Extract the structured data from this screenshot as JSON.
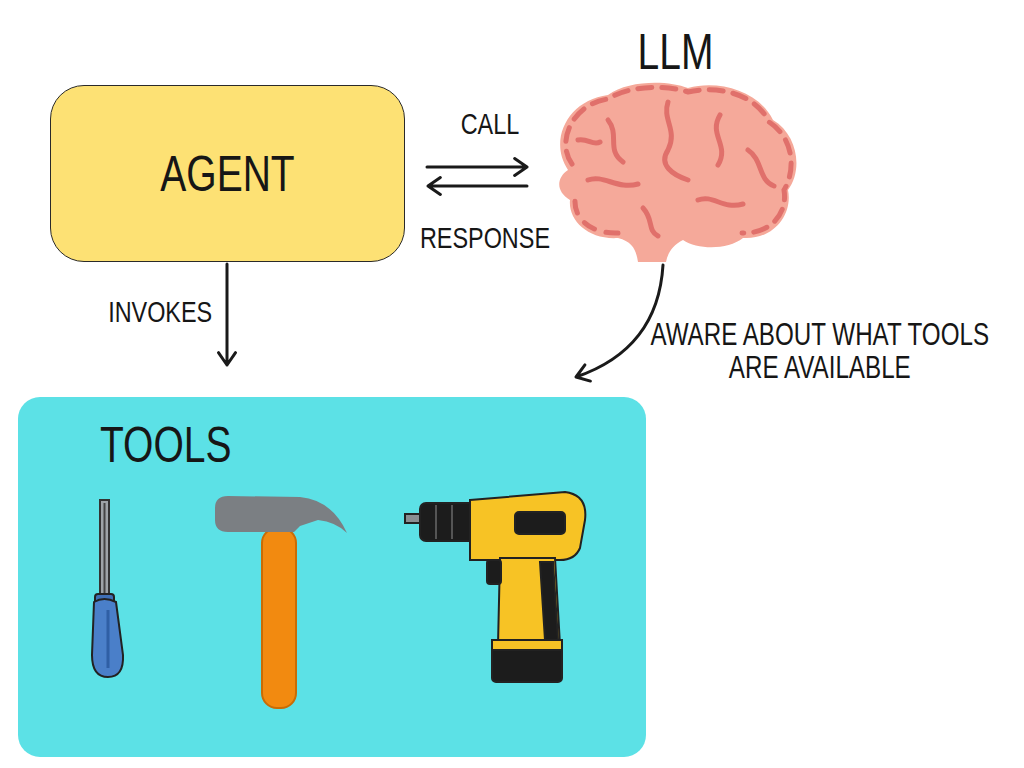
{
  "diagram": {
    "nodes": [
      {
        "text": [
          "AGENT"
        ]
      },
      {
        "text": [
          "LLM"
        ]
      },
      {
        "text": [
          "TOOLS"
        ]
      }
    ],
    "edges": [
      {
        "from": 0,
        "to": 1,
        "label": "CALL",
        "arrow": "to"
      },
      {
        "from": 1,
        "to": 0,
        "label": "RESPONSE",
        "arrow": "to"
      },
      {
        "from": 0,
        "to": 2,
        "label": "INVOKES",
        "arrow": "to"
      },
      {
        "from": 1,
        "to": 2,
        "label": "AWARE ABOUT WHAT TOOLS ARE AVAILABLE",
        "arrow": "to"
      }
    ]
  }
}
